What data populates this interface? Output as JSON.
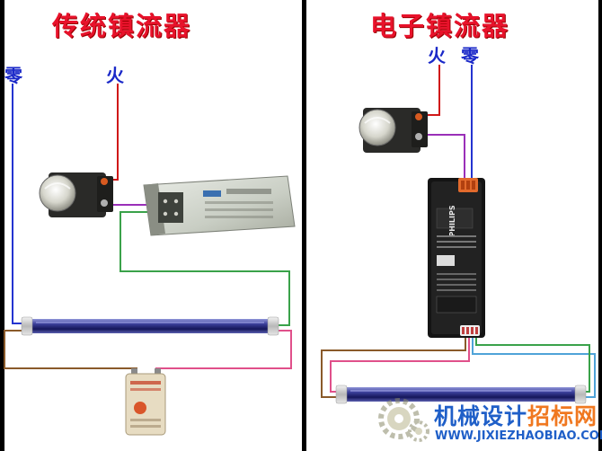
{
  "left_panel": {
    "title": "传统镇流器",
    "label_neutral": "零",
    "label_live": "火"
  },
  "right_panel": {
    "title": "电子镇流器",
    "label_live": "火",
    "label_neutral": "零",
    "ballast_brand": "PHILIPS"
  },
  "watermark": {
    "cn_part1": "机械设计",
    "cn_part2": "招标网",
    "url": "WWW.JIXIEZHAOBIAO.COM"
  },
  "colors": {
    "title": "#e8122b",
    "label": "#1a28c8",
    "wire_blue": "#2434d0",
    "wire_red": "#d01818",
    "wire_purple": "#9a2fb8",
    "wire_green": "#3aa24a",
    "wire_brown": "#8a5a2a",
    "wire_pink": "#e0508a",
    "wire_lightblue": "#4fa3d8"
  }
}
